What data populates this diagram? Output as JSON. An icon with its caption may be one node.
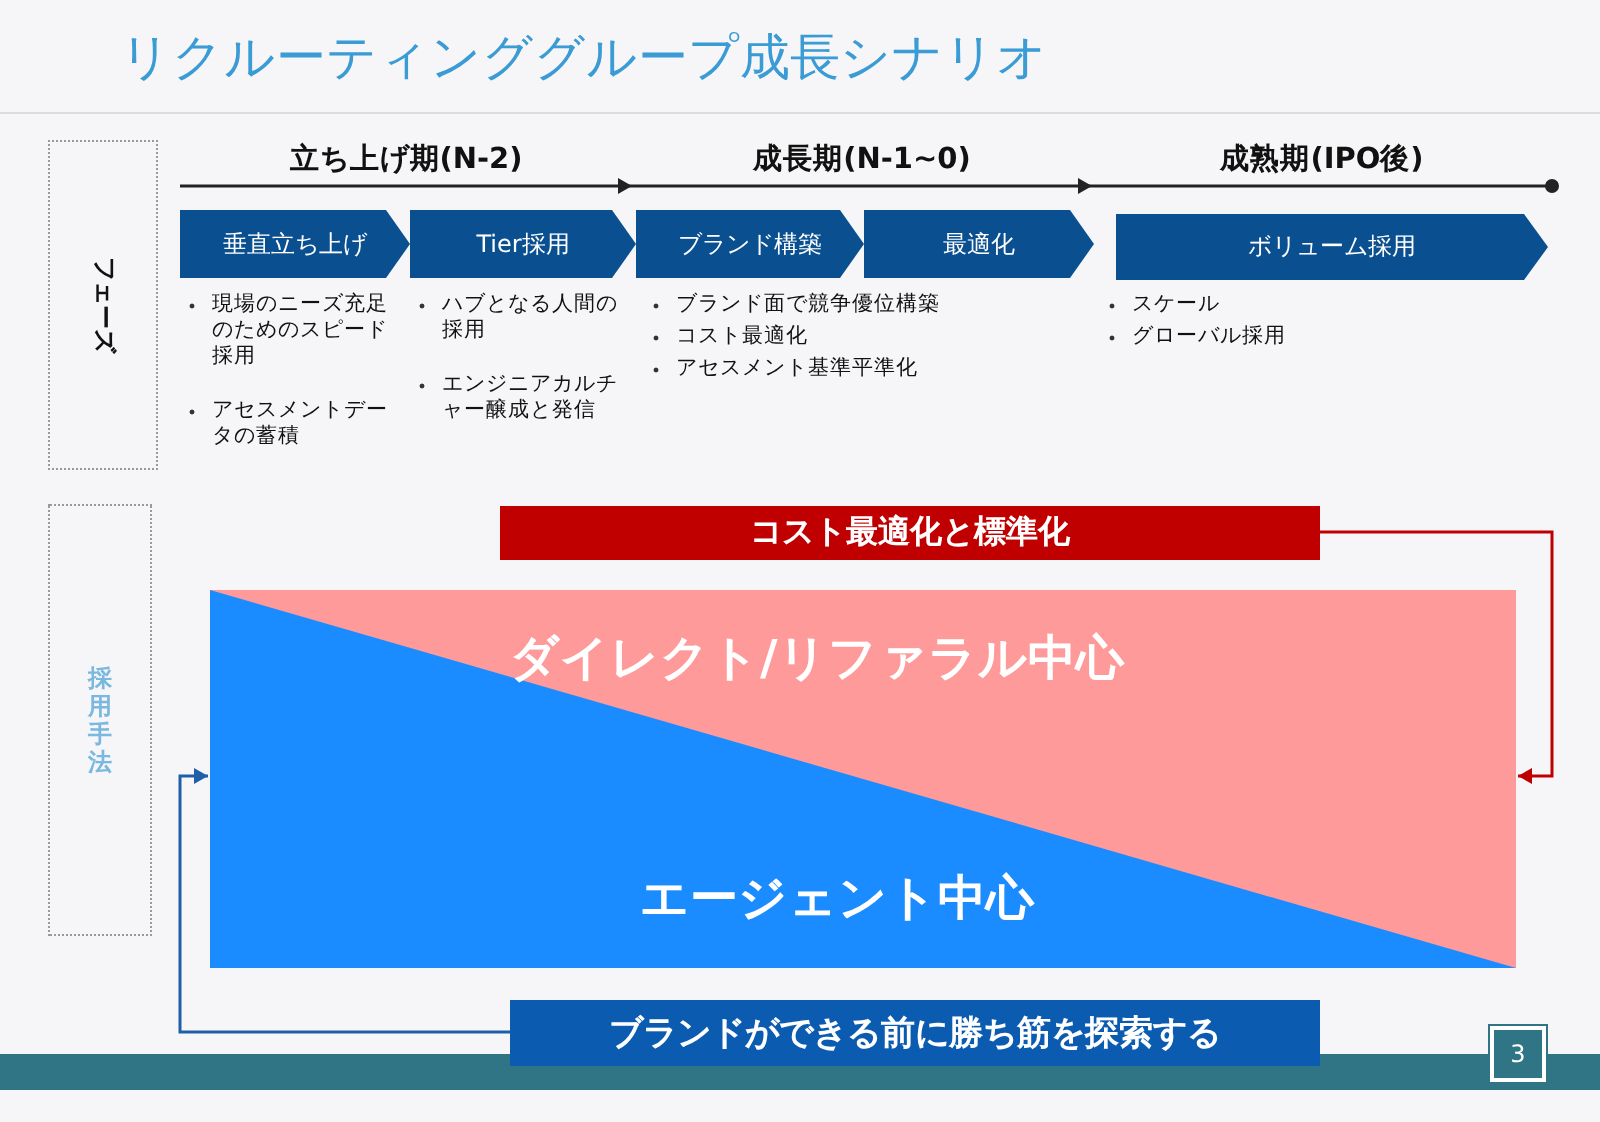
{
  "diagram": {
    "title": "リクルーティンググループ成長シナリオ",
    "nodes": [
      {
        "text": [
          "フェーズ"
        ]
      },
      {
        "text": [
          "採用手法"
        ]
      },
      {
        "text": [
          "垂直立ち上げ"
        ],
        "beside": [
          "現場のニーズ充足のためのスピード採用",
          "アセスメントデータの蓄積"
        ]
      },
      {
        "text": [
          "Tier採用"
        ],
        "beside": [
          "ハブとなる人間の採用",
          "エンジニアカルチャー醸成と発信"
        ]
      },
      {
        "text": [
          "ブランド構築"
        ],
        "beside": [
          "ブランド面で競争優位構築",
          "コスト最適化",
          "アセスメント基準平準化"
        ]
      },
      {
        "text": [
          "最適化"
        ]
      },
      {
        "text": [
          "ボリューム採用"
        ],
        "beside": [
          "スケール",
          "グローバル採用"
        ]
      },
      {
        "text": [
          "コスト最適化と標準化"
        ]
      },
      {
        "text": [
          "ダイレクト/リファラル中心"
        ]
      },
      {
        "text": [
          "エージェント中心"
        ],
        "in": 8
      },
      {
        "text": [
          "ブランドができる前に勝ち筋を探索する"
        ]
      }
    ],
    "edges": [
      {
        "from": 7,
        "to": 8,
        "arrow": "to",
        "color": "#c00000"
      },
      {
        "from": 10,
        "to": 9,
        "arrow": "to",
        "color": "#1f5fa8"
      }
    ],
    "labels": [
      "立ち上げ期(N-2)",
      "成長期(N-1~0)",
      "成熟期(IPO後)",
      "3"
    ]
  }
}
